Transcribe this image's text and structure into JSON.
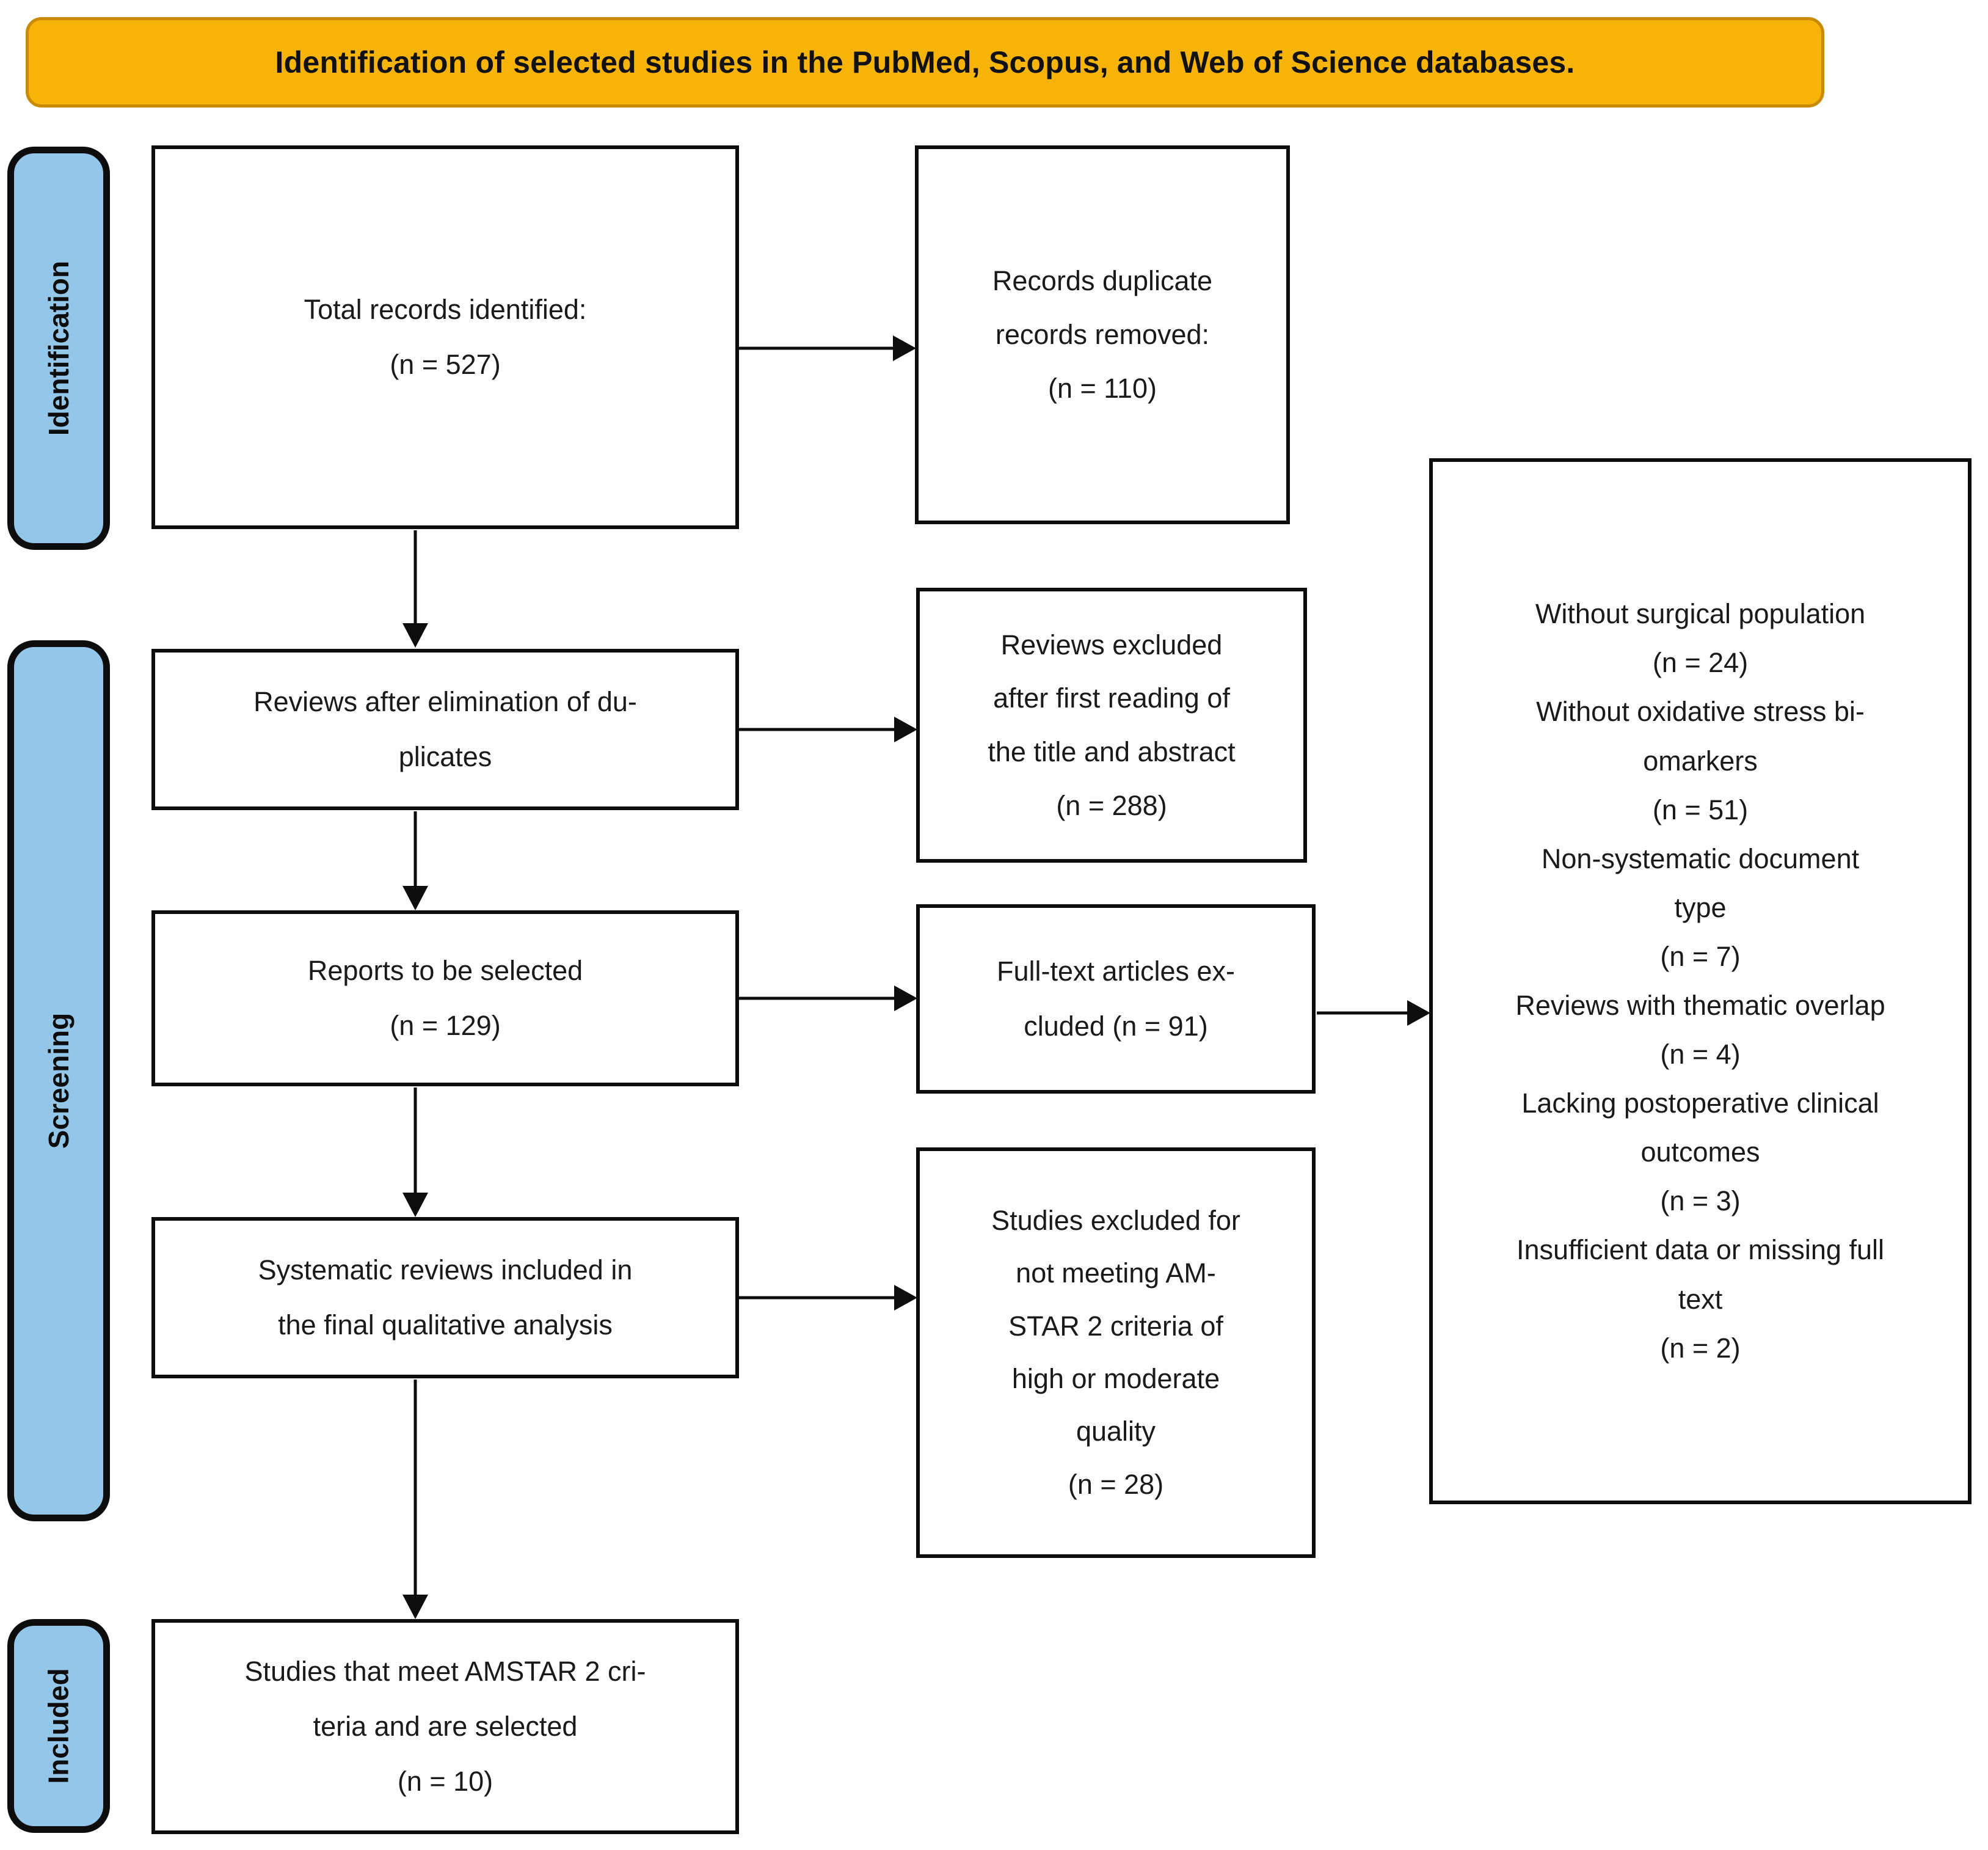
{
  "banner": {
    "title": "Identification of selected studies in the PubMed, Scopus, and Web of Science databases.",
    "background_color": "#F6B408",
    "border_color": "#C98A06",
    "text_color": "#111111"
  },
  "phases": {
    "identification": "Identification",
    "screening": "Screening",
    "included": "Included",
    "background_color": "#93C6E8",
    "border_color": "#0d0d0d"
  },
  "boxes": {
    "total_records": {
      "line1": "Total records identified:",
      "line2": "(n = 527)"
    },
    "duplicates_removed": {
      "line1": "Records duplicate",
      "line2": "records removed:",
      "line3": "(n = 110)"
    },
    "after_duplicates": {
      "line1": "Reviews after elimination of du-",
      "line2": "plicates"
    },
    "reviews_excluded": {
      "line1": "Reviews   excluded",
      "line2": "after first reading of",
      "line3": "the title and abstract",
      "line4": "(n = 288)"
    },
    "reports_selected": {
      "line1": "Reports to be selected",
      "line2": "(n = 129)"
    },
    "fulltext_excluded": {
      "line1": "Full-text articles ex-",
      "line2": "cluded (n = 91)"
    },
    "systematic_reviews": {
      "line1": "Systematic reviews included in",
      "line2": "the final qualitative analysis"
    },
    "amstar_excluded": {
      "line1": "Studies excluded for",
      "line2": "not meeting AM-",
      "line3": "STAR 2 criteria of",
      "line4": "high or moderate",
      "line5": "quality",
      "line6": "(n = 28)"
    },
    "final_included": {
      "line1": "Studies that meet AMSTAR 2 cri-",
      "line2": "teria and are selected",
      "line3": "(n = 10)"
    },
    "exclusion_reasons": {
      "line1": "Without surgical population",
      "line2": "(n = 24)",
      "line3": "Without oxidative stress bi-",
      "line4": "omarkers",
      "line5": "(n = 51)",
      "line6": "Non-systematic document",
      "line7": "type",
      "line8": "(n = 7)",
      "line9": "Reviews with thematic overlap",
      "line10": "(n = 4)",
      "line11": "Lacking postoperative clinical",
      "line12": "outcomes",
      "line13": "(n = 3)",
      "line14": "Insufficient data or missing full",
      "line15": "text",
      "line16": "(n = 2)"
    }
  },
  "chart_data": {
    "type": "diagram",
    "title": "Identification of selected studies in the PubMed, Scopus, and Web of Science databases.",
    "stages": [
      {
        "phase": "Identification",
        "nodes": [
          {
            "label": "Total records identified",
            "n": 527
          },
          {
            "label": "Records duplicate records removed",
            "n": 110
          }
        ]
      },
      {
        "phase": "Screening",
        "nodes": [
          {
            "label": "Reviews after elimination of duplicates",
            "n": null
          },
          {
            "label": "Reviews excluded after first reading of the title and abstract",
            "n": 288
          },
          {
            "label": "Reports to be selected",
            "n": 129
          },
          {
            "label": "Full-text articles excluded",
            "n": 91
          },
          {
            "label": "Systematic reviews included in the final qualitative analysis",
            "n": null
          },
          {
            "label": "Studies excluded for not meeting AMSTAR 2 criteria of high or moderate quality",
            "n": 28
          }
        ]
      },
      {
        "phase": "Included",
        "nodes": [
          {
            "label": "Studies that meet AMSTAR 2 criteria and are selected",
            "n": 10
          }
        ]
      }
    ],
    "exclusion_reasons": [
      {
        "reason": "Without surgical population",
        "n": 24
      },
      {
        "reason": "Without oxidative stress biomarkers",
        "n": 51
      },
      {
        "reason": "Non-systematic document type",
        "n": 7
      },
      {
        "reason": "Reviews with thematic overlap",
        "n": 4
      },
      {
        "reason": "Lacking postoperative clinical outcomes",
        "n": 3
      },
      {
        "reason": "Insufficient data or missing full text",
        "n": 2
      }
    ]
  }
}
